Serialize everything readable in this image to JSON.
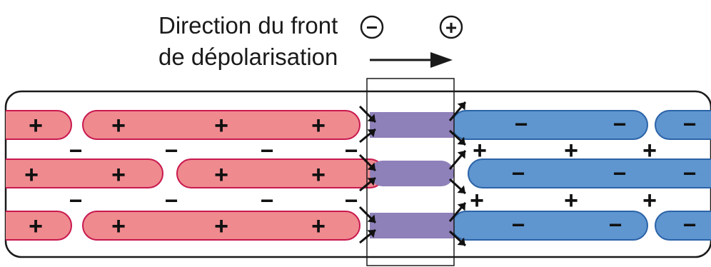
{
  "title": {
    "line1": "Direction du front",
    "line2": "de dépolarisation"
  },
  "polarity": {
    "negative": "−",
    "positive": "+"
  },
  "colors": {
    "depolarized_fill": "#ef8a8f",
    "depolarized_stroke": "#c8194f",
    "transition_fill": "#8e80b9",
    "resting_fill": "#5f96cf",
    "resting_stroke": "#2b63a8",
    "outline": "#1a1a1a"
  },
  "regions": [
    {
      "name": "depolarized-zone",
      "intracellular_sign": "+",
      "extracellular_sign": "−"
    },
    {
      "name": "depolarization-front",
      "intracellular_sign": "",
      "extracellular_sign": ""
    },
    {
      "name": "resting-zone",
      "intracellular_sign": "−",
      "extracellular_sign": "+"
    }
  ]
}
